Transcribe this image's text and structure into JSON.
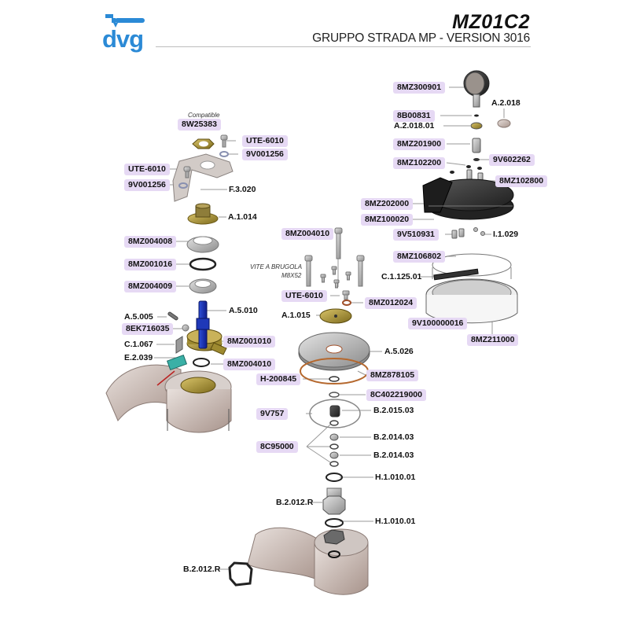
{
  "header": {
    "brand": "dvg",
    "code": "MZ01C2",
    "subtitle": "GRUPPO STRADA MP - VERSION 3016"
  },
  "brand_color": "#2b8ad6",
  "label_fill": "#e6d9f4",
  "notes": {
    "compatible": "Compatible",
    "vite_line1": "VITE A BRUGOLA",
    "vite_line2": "M8X52"
  },
  "labels": [
    {
      "id": "8W25383",
      "text": "8W25383",
      "boxed": true
    },
    {
      "id": "UTE-6010-a",
      "text": "UTE-6010",
      "boxed": true
    },
    {
      "id": "9V001256-a",
      "text": "9V001256",
      "boxed": true
    },
    {
      "id": "UTE-6010-b",
      "text": "UTE-6010",
      "boxed": true
    },
    {
      "id": "9V001256-b",
      "text": "9V001256",
      "boxed": true
    },
    {
      "id": "F.3.020",
      "text": "F.3.020",
      "boxed": false
    },
    {
      "id": "A.1.014",
      "text": "A.1.014",
      "boxed": false
    },
    {
      "id": "8MZ004008",
      "text": "8MZ004008",
      "boxed": true
    },
    {
      "id": "8MZ001016",
      "text": "8MZ001016",
      "boxed": true
    },
    {
      "id": "8MZ004009",
      "text": "8MZ004009",
      "boxed": true
    },
    {
      "id": "A.5.010",
      "text": "A.5.010",
      "boxed": false
    },
    {
      "id": "A.5.005",
      "text": "A.5.005",
      "boxed": false
    },
    {
      "id": "8EK716035",
      "text": "8EK716035",
      "boxed": true
    },
    {
      "id": "C.1.067",
      "text": "C.1.067",
      "boxed": false
    },
    {
      "id": "E.2.039",
      "text": "E.2.039",
      "boxed": false
    },
    {
      "id": "8MZ001010",
      "text": "8MZ001010",
      "boxed": true
    },
    {
      "id": "8MZ004010-a",
      "text": "8MZ004010",
      "boxed": true
    },
    {
      "id": "8MZ004010-b",
      "text": "8MZ004010",
      "boxed": true
    },
    {
      "id": "UTE-6010-c",
      "text": "UTE-6010",
      "boxed": true
    },
    {
      "id": "8MZ012024",
      "text": "8MZ012024",
      "boxed": true
    },
    {
      "id": "A.1.015",
      "text": "A.1.015",
      "boxed": false
    },
    {
      "id": "A.5.026",
      "text": "A.5.026",
      "boxed": false
    },
    {
      "id": "8MZ878105",
      "text": "8MZ878105",
      "boxed": true
    },
    {
      "id": "H-200845",
      "text": "H-200845",
      "boxed": true
    },
    {
      "id": "8C402219000",
      "text": "8C402219000",
      "boxed": true
    },
    {
      "id": "9V757",
      "text": "9V757",
      "boxed": true
    },
    {
      "id": "B.2.015.03",
      "text": "B.2.015.03",
      "boxed": false
    },
    {
      "id": "8C95000",
      "text": "8C95000",
      "boxed": true
    },
    {
      "id": "B.2.014.03-a",
      "text": "B.2.014.03",
      "boxed": false
    },
    {
      "id": "B.2.014.03-b",
      "text": "B.2.014.03",
      "boxed": false
    },
    {
      "id": "H.1.010.01-a",
      "text": "H.1.010.01",
      "boxed": false
    },
    {
      "id": "B.2.012.R-a",
      "text": "B.2.012.R",
      "boxed": false
    },
    {
      "id": "H.1.010.01-b",
      "text": "H.1.010.01",
      "boxed": false
    },
    {
      "id": "B.2.012.R-b",
      "text": "B.2.012.R",
      "boxed": false
    },
    {
      "id": "8MZ300901",
      "text": "8MZ300901",
      "boxed": true
    },
    {
      "id": "A.2.018",
      "text": "A.2.018",
      "boxed": false
    },
    {
      "id": "8B00831",
      "text": "8B00831",
      "boxed": true
    },
    {
      "id": "A.2.018.01",
      "text": "A.2.018.01",
      "boxed": false
    },
    {
      "id": "8MZ201900",
      "text": "8MZ201900",
      "boxed": true
    },
    {
      "id": "8MZ102200",
      "text": "8MZ102200",
      "boxed": true
    },
    {
      "id": "9V602262",
      "text": "9V602262",
      "boxed": true
    },
    {
      "id": "8MZ102800",
      "text": "8MZ102800",
      "boxed": true
    },
    {
      "id": "8MZ202000",
      "text": "8MZ202000",
      "boxed": true
    },
    {
      "id": "8MZ100020",
      "text": "8MZ100020",
      "boxed": true
    },
    {
      "id": "9V510931",
      "text": "9V510931",
      "boxed": true
    },
    {
      "id": "I.1.029",
      "text": "I.1.029",
      "boxed": false
    },
    {
      "id": "8MZ106802",
      "text": "8MZ106802",
      "boxed": true
    },
    {
      "id": "C.1.125.01",
      "text": "C.1.125.01",
      "boxed": false
    },
    {
      "id": "9V100000016",
      "text": "9V100000016",
      "boxed": true
    },
    {
      "id": "8MZ211000",
      "text": "8MZ211000",
      "boxed": true
    }
  ]
}
